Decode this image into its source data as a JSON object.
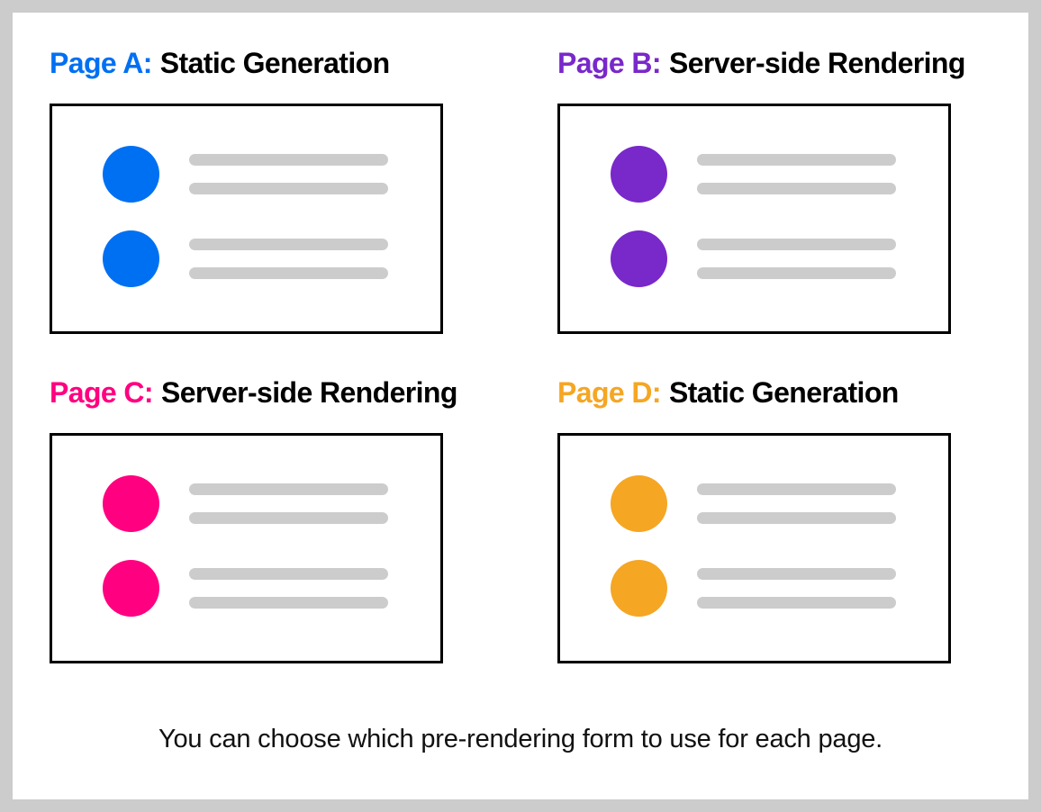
{
  "theme": {
    "frame_color": "#cccccc",
    "canvas_color": "#ffffff",
    "card_border_color": "#000000",
    "placeholder_line_color": "#cccccc",
    "title_text_color": "#000000",
    "caption_color": "#111111"
  },
  "panels": [
    {
      "page_label": "Page A:",
      "method": "Static Generation",
      "accent": "#0070f3",
      "rows": [
        {
          "lines": 2
        },
        {
          "lines": 2
        }
      ]
    },
    {
      "page_label": "Page B:",
      "method": "Server-side Rendering",
      "accent": "#7928ca",
      "rows": [
        {
          "lines": 2
        },
        {
          "lines": 2
        }
      ]
    },
    {
      "page_label": "Page C:",
      "method": "Server-side Rendering",
      "accent": "#ff0080",
      "rows": [
        {
          "lines": 2
        },
        {
          "lines": 2
        }
      ]
    },
    {
      "page_label": "Page D:",
      "method": "Static Generation",
      "accent": "#f5a623",
      "rows": [
        {
          "lines": 2
        },
        {
          "lines": 2
        }
      ]
    }
  ],
  "caption": "You can choose which pre-rendering form to use for each page."
}
